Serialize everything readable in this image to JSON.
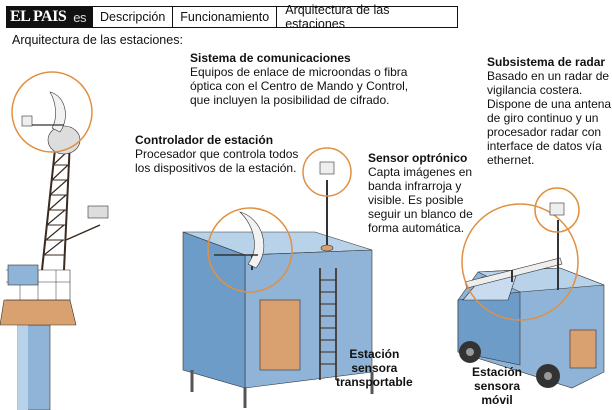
{
  "header": {
    "logo_main": "EL PAIS",
    "logo_suffix": "es",
    "tabs": [
      "Descripción",
      "Funcionamiento",
      "Arquitectura de las estaciones"
    ]
  },
  "subtitle": "Arquitectura de las estaciones:",
  "labels": {
    "comms": {
      "title": "Sistema de comunicaciones",
      "lines": [
        "Equipos de enlace de microondas o fibra",
        "óptica con el Centro de Mando y Control,",
        "que incluyen la posibilidad de cifrado."
      ]
    },
    "controller": {
      "title": "Controlador de estación",
      "lines": [
        "Procesador que controla todos",
        "los dispositivos de la estación."
      ]
    },
    "optronic": {
      "title": "Sensor optrónico",
      "lines": [
        "Capta imágenes en",
        "banda infrarroja y",
        "visible. Es posible",
        "seguir un blanco de",
        "forma automática."
      ]
    },
    "radar": {
      "title": "Subsistema de radar",
      "lines": [
        "Basado en un radar de",
        "vigilancia costera.",
        "Dispone de una antena",
        "de giro continuo y un",
        "procesador radar con",
        "interface de datos vía",
        "ethernet."
      ]
    },
    "transportable": {
      "lines": [
        "Estación",
        "sensora",
        "transportable"
      ]
    },
    "mobile": {
      "lines": [
        "Estación",
        "sensora",
        "móvil"
      ]
    }
  },
  "colors": {
    "callout_circle": "#e09040",
    "structure_blue": "#8fb4d8",
    "structure_dark": "#5f8fbf",
    "tower_orange": "#d9a070",
    "steel": "#3a2a20"
  }
}
